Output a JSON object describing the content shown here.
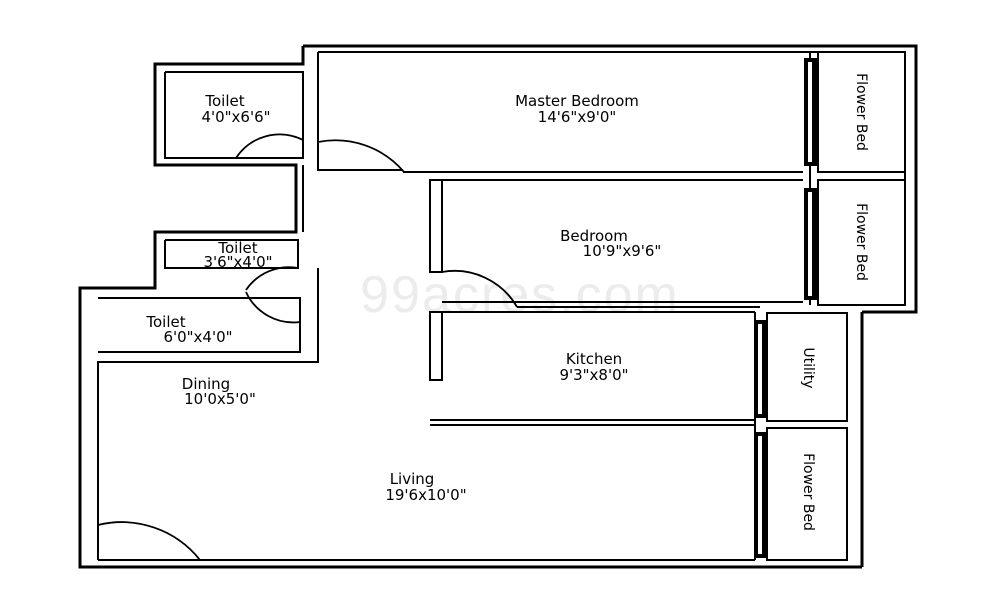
{
  "watermark": "99acres.com",
  "rooms": {
    "toilet1": {
      "name": "Toilet",
      "dims": "4'0\"x6'6\""
    },
    "master": {
      "name": "Master Bedroom",
      "dims": "14'6\"x9'0\""
    },
    "bedroom": {
      "name": "Bedroom",
      "dims": "10'9\"x9'6\""
    },
    "toilet2": {
      "name": "Toilet",
      "dims": "3'6\"x4'0\""
    },
    "toilet3": {
      "name": "Toilet",
      "dims": "6'0\"x4'0\""
    },
    "kitchen": {
      "name": "Kitchen",
      "dims": "9'3\"x8'0\""
    },
    "dining": {
      "name": "Dining",
      "dims": "10'0x5'0\""
    },
    "living": {
      "name": "Living",
      "dims": "19'6x10'0\""
    }
  },
  "side_labels": {
    "flower_bed_1": "Flower Bed",
    "flower_bed_2": "Flower Bed",
    "utility": "Utility",
    "flower_bed_3": "Flower Bed"
  }
}
